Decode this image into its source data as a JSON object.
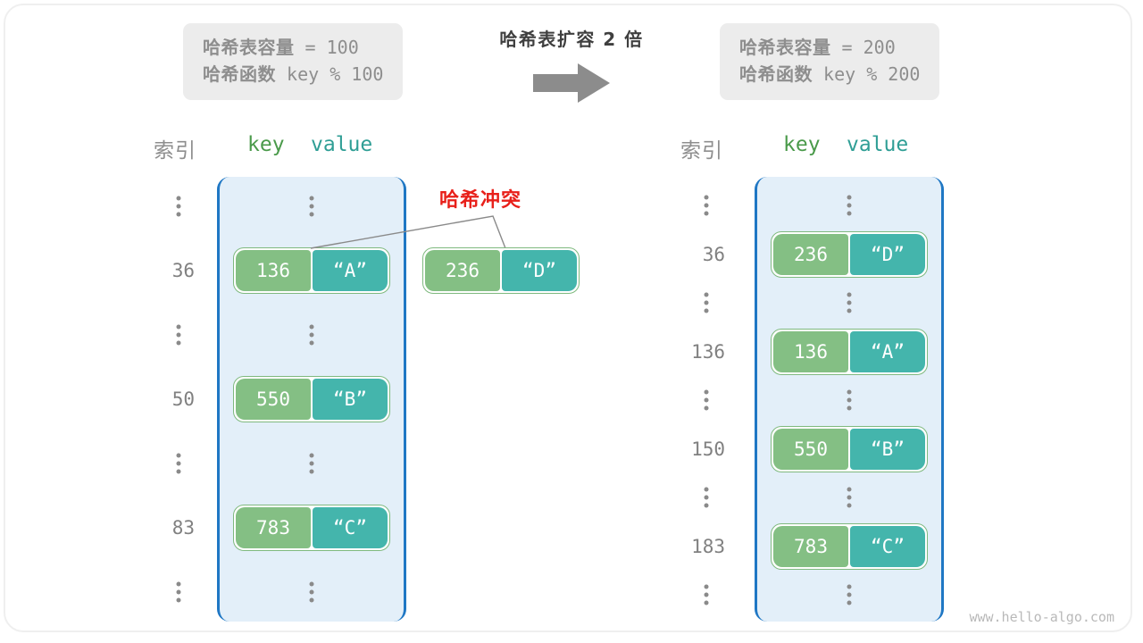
{
  "diagram": {
    "title": "哈希表扩容 2 倍",
    "arrow_icon": "right-arrow-icon",
    "watermark": "www.hello-algo.com",
    "colors": {
      "bucket_fill": "#e3eff9",
      "bucket_border": "#1f77c4",
      "key_cell": "#84bf84",
      "value_cell": "#44b5ac",
      "pair_border": "#7fb97f",
      "collision_red": "#e8201a",
      "info_box_bg": "#ececec",
      "muted_text": "#8e8e8e",
      "arrow_gray": "#8c8c8c"
    }
  },
  "left_panel": {
    "info": {
      "capacity_label": "哈希表容量",
      "capacity_expr": " = 100",
      "function_label": "哈希函数",
      "function_expr": " key % 100"
    },
    "headers": {
      "index": "索引",
      "key": "key",
      "value": "value"
    },
    "rows": [
      {
        "index": "⋮",
        "type": "ellipsis"
      },
      {
        "index": "36",
        "type": "pair",
        "key": "136",
        "value": "“A”"
      },
      {
        "index": "⋮",
        "type": "ellipsis"
      },
      {
        "index": "50",
        "type": "pair",
        "key": "550",
        "value": "“B”"
      },
      {
        "index": "⋮",
        "type": "ellipsis"
      },
      {
        "index": "83",
        "type": "pair",
        "key": "783",
        "value": "“C”"
      },
      {
        "index": "⋮",
        "type": "ellipsis"
      }
    ],
    "collision": {
      "label": "哈希冲突",
      "detached_pair": {
        "key": "236",
        "value": "“D”"
      }
    }
  },
  "right_panel": {
    "info": {
      "capacity_label": "哈希表容量",
      "capacity_expr": " = 200",
      "function_label": "哈希函数",
      "function_expr": " key % 200"
    },
    "headers": {
      "index": "索引",
      "key": "key",
      "value": "value"
    },
    "rows": [
      {
        "index": "⋮",
        "type": "ellipsis"
      },
      {
        "index": "36",
        "type": "pair",
        "key": "236",
        "value": "“D”"
      },
      {
        "index": "⋮",
        "type": "ellipsis"
      },
      {
        "index": "136",
        "type": "pair",
        "key": "136",
        "value": "“A”"
      },
      {
        "index": "⋮",
        "type": "ellipsis"
      },
      {
        "index": "150",
        "type": "pair",
        "key": "550",
        "value": "“B”"
      },
      {
        "index": "⋮",
        "type": "ellipsis"
      },
      {
        "index": "183",
        "type": "pair",
        "key": "783",
        "value": "“C”"
      },
      {
        "index": "⋮",
        "type": "ellipsis"
      }
    ]
  }
}
